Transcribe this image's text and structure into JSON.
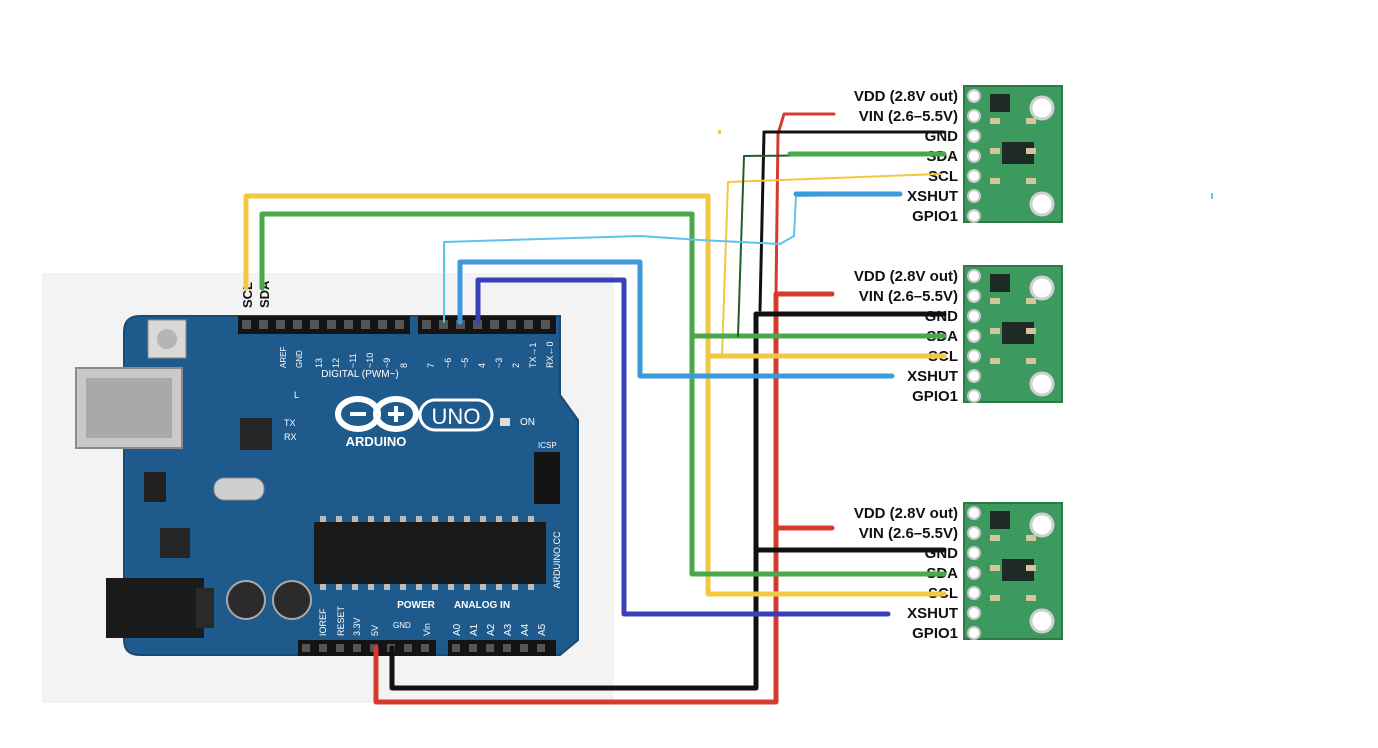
{
  "colors": {
    "yellow": "#f2c842",
    "green": "#4aa84a",
    "black": "#111111",
    "red": "#d63a2f",
    "blue": "#3d9ad9",
    "darkblue": "#3742b8",
    "lightblue": "#5ec3ea",
    "darkgreen": "#1f5e2c",
    "board": "#1f5a8c",
    "sensor": "#3c9a5f"
  },
  "arduino": {
    "logo_text": "UNO",
    "brand_text": "ARDUINO",
    "digital_label": "DIGITAL (PWM~)",
    "power_label": "POWER",
    "analog_label": "ANALOG IN",
    "on_label": "ON",
    "icsp_label": "ICSP",
    "tx_label": "TX",
    "rx_label": "RX",
    "l_label": "L",
    "reset_label": "RESET",
    "aref_label": "AREF",
    "gnd_label": "GND",
    "ioref_label": "IOREF",
    "v33_label": "3.3V",
    "v5_label": "5V",
    "vin_label": "Vin",
    "site_label": "ARDUINO.CC",
    "header_scl": "SCL",
    "header_sda": "SDA",
    "digital_pins": [
      "13",
      "12",
      "~11",
      "~10",
      "~9",
      "8",
      "7",
      "~6",
      "~5",
      "4",
      "~3",
      "2",
      "TX→1",
      "RX←0"
    ],
    "analog_pins": [
      "A0",
      "A1",
      "A2",
      "A3",
      "A4",
      "A5"
    ]
  },
  "sensors": [
    {
      "pins": [
        "VDD (2.8V out)",
        "VIN (2.6–5.5V)",
        "GND",
        "SDA",
        "SCL",
        "XSHUT",
        "GPIO1"
      ]
    },
    {
      "pins": [
        "VDD (2.8V out)",
        "VIN (2.6–5.5V)",
        "GND",
        "SDA",
        "SCL",
        "XSHUT",
        "GPIO1"
      ]
    },
    {
      "pins": [
        "VDD (2.8V out)",
        "VIN (2.6–5.5V)",
        "GND",
        "SDA",
        "SCL",
        "XSHUT",
        "GPIO1"
      ]
    }
  ]
}
